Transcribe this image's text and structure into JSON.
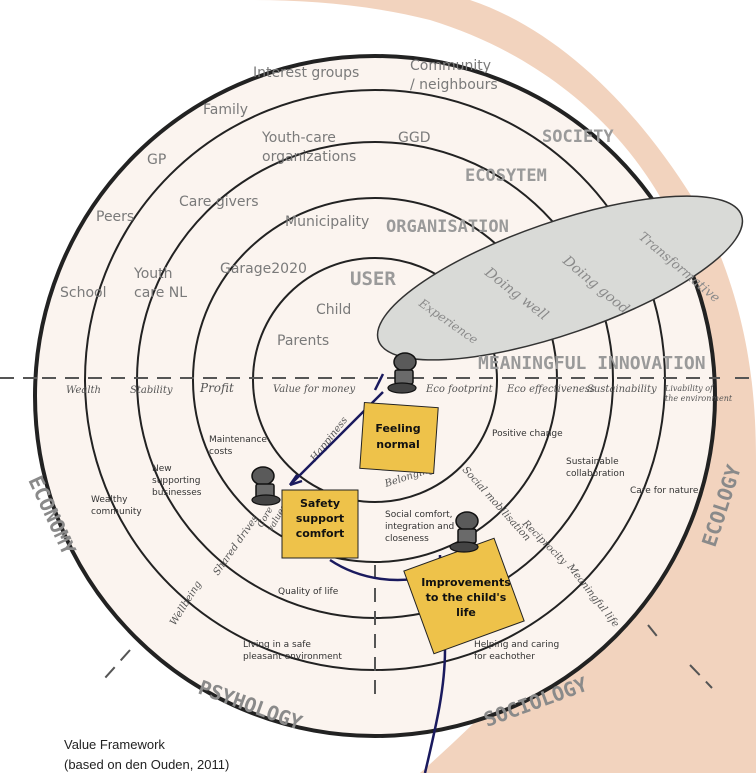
{
  "colors": {
    "background_blob": "#f2d3be",
    "rings_fill": "#fbf4ef",
    "ring_stroke": "#222222",
    "stakeholder_text": "#7a7a7a",
    "hand_lettering": "#9a9a9a",
    "small_text": "#333333",
    "sticky_note": "#eec24a",
    "ellipse_fill": "#d9dad7",
    "arrow": "#1a1a5e",
    "pin": "#555555"
  },
  "ring_labels": {
    "society": "SOCIETY",
    "ecosystem": "ECOSYTEM",
    "organisation": "ORGANISATION",
    "user": "USER",
    "meaningful_innovation": "MEANINGFUL INNOVATION"
  },
  "stakeholders": {
    "interest_groups": "Interest groups",
    "community_line1": "Community",
    "community_line2": "/ neighbours",
    "family": "Family",
    "youth_care_line1": "Youth-care",
    "youth_care_line2": "organizations",
    "ggd": "GGD",
    "gp": "GP",
    "care_givers": "Care givers",
    "peers": "Peers",
    "municipality": "Municipality",
    "youth_care_nl_line1": "Youth",
    "youth_care_nl_line2": "care NL",
    "garage2020": "Garage2020",
    "school": "School",
    "child": "Child",
    "parents": "Parents"
  },
  "ellipse_labels": {
    "experience": "Experience",
    "doing_well": "Doing well",
    "doing_good": "Doing good",
    "transformative": "Transformative"
  },
  "value_axis": {
    "wealth": "Wealth",
    "stability": "Stability",
    "profit": "Profit",
    "value_for_money": "Value for money",
    "eco_footprint": "Eco footprint",
    "eco_effectiveness": "Eco effectiveness",
    "sustainability": "Sustainability",
    "livability_line1": "Livability of",
    "livability_line2": "the environment"
  },
  "diagonal_labels": {
    "happiness": "Happiness",
    "core_values_line1": "Core",
    "core_values_line2": "values",
    "shared_drives": "Shared drives",
    "wellbeing": "Wellbeing",
    "belonging": "Belonging",
    "social_mobilisation": "Social mobilisation",
    "reciprocity": "Reciprocity",
    "meaningful_life": "Meaningful life"
  },
  "quadrant_texts": {
    "maintenance_line1": "Maintenance",
    "maintenance_line2": "costs",
    "new_business_line1": "New",
    "new_business_line2": "supporting",
    "new_business_line3": "businesses",
    "wealthy_line1": "Wealthy",
    "wealthy_line2": "community",
    "positive_change": "Positive change",
    "sustainable_line1": "Sustainable",
    "sustainable_line2": "collaboration",
    "care_for_nature": "Care for nature",
    "social_comfort_line1": "Social comfort,",
    "social_comfort_line2": "integration and",
    "social_comfort_line3": "closeness",
    "quality_of_life": "Quality of life",
    "living_line1": "Living in a safe",
    "living_line2": "pleasant environment",
    "helping_line1": "Helping and caring",
    "helping_line2": "for eachother"
  },
  "sectors": {
    "economy": "ECONOMY",
    "ecology": "ECOLOGY",
    "psyhology": "PSYHOLOGY",
    "sociology": "SOCIOLOGY"
  },
  "notes": {
    "feeling_line1": "Feeling",
    "feeling_line2": "normal",
    "safety_line1": "Safety",
    "safety_line2": "support",
    "safety_line3": "comfort",
    "improve_line1": "Improvements",
    "improve_line2": "to the child's",
    "improve_line3": "life"
  },
  "caption": {
    "line1": "Value Framework",
    "line2": "(based on den Ouden, 2011)"
  }
}
